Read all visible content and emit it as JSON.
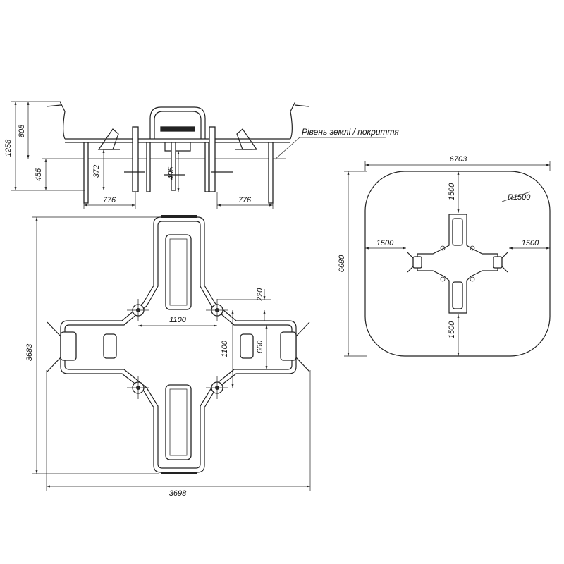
{
  "labels": {
    "ground_level": "Рівень землі / покриття"
  },
  "elevation": {
    "overall_height": "1258",
    "handle_height": "808",
    "ground_depth": "455",
    "foot_depth_left": "372",
    "foot_depth_center": "405",
    "offset_left": "776",
    "offset_right": "776"
  },
  "plan": {
    "overall_height": "3683",
    "overall_width": "3698",
    "inner_width": "1100",
    "inner_height": "1100",
    "arm_offset": "220",
    "seat_height": "660"
  },
  "zone": {
    "width": "6703",
    "height": "6680",
    "radius": "R1500",
    "top": "1500",
    "bottom": "1500",
    "left": "1500",
    "right": "1500"
  },
  "colors": {
    "line": "#222222",
    "background": "#ffffff"
  }
}
